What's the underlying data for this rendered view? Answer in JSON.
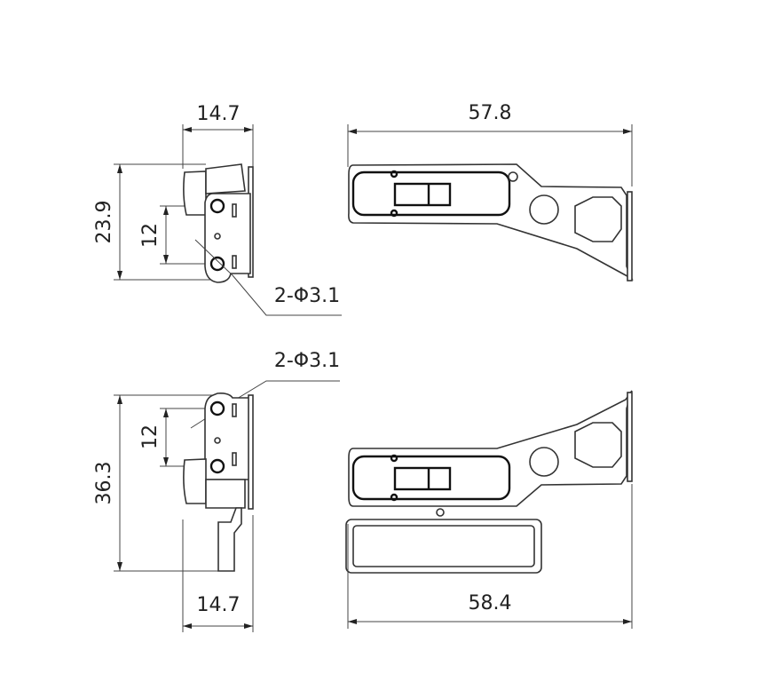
{
  "drawing": {
    "top_side_view": {
      "width_label": "14.7",
      "height_label": "23.9",
      "hole_spacing_label": "12",
      "hole_callout": "2-Φ3.1"
    },
    "top_front_view": {
      "length_label": "57.8"
    },
    "bottom_side_view": {
      "width_label": "14.7",
      "height_label": "36.3",
      "hole_spacing_label": "12",
      "hole_callout": "2-Φ3.1"
    },
    "bottom_front_view": {
      "length_label": "58.4"
    }
  }
}
